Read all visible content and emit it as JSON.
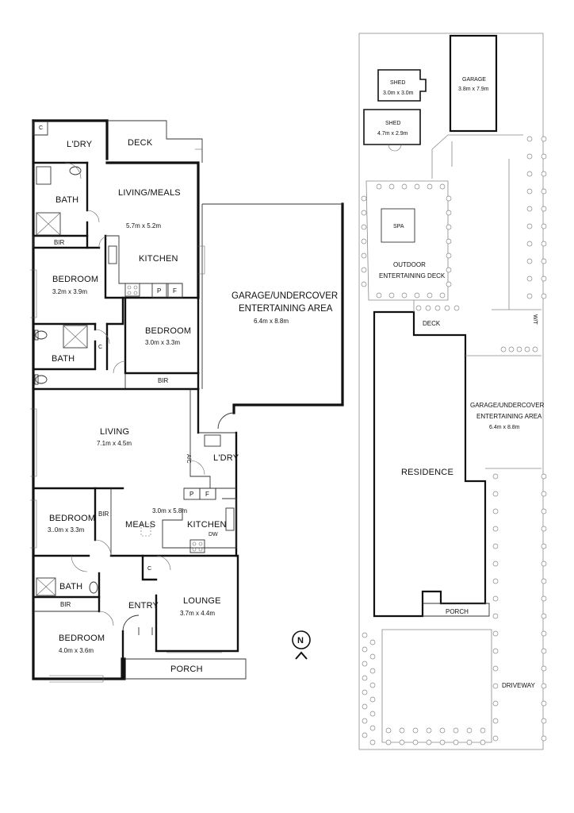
{
  "main_plan": {
    "rooms": {
      "laundry_top": "L'DRY",
      "deck_top": "DECK",
      "bath_top": "BATH",
      "bir_top": "BIR",
      "living_meals": "LIVING/MEALS",
      "living_meals_size": "5.7m x 5.2m",
      "kitchen_top": "KITCHEN",
      "pantry_top": "P",
      "fridge_top": "F",
      "bedroom_1": "BEDROOM",
      "bedroom_1_size": "3.2m x 3.9m",
      "bedroom_2": "BEDROOM",
      "bedroom_2_size": "3.0m x 3.3m",
      "bath_mid": "BATH",
      "cupboard_mid": "C",
      "bir_mid": "BIR",
      "garage_1": "GARAGE/UNDERCOVER",
      "garage_2": "ENTERTAINING AREA",
      "garage_size": "6.4m x 8.8m",
      "living": "LIVING",
      "living_size": "7.1m x 4.5m",
      "ac": "A/C",
      "laundry_mid": "L'DRY",
      "pantry_mid": "P",
      "fridge_mid": "F",
      "kitchen_meals_size": "3.0m x 5.8m",
      "meals": "MEALS",
      "kitchen_mid": "KITCHEN",
      "dw": "DW",
      "bedroom_3": "BEDROOM",
      "bedroom_3_size": "3..0m x 3.3m",
      "bir_low": "BIR",
      "cupboard_low": "C",
      "bath_low": "BATH",
      "bir_bath": "BIR",
      "entry": "ENTRY",
      "lounge": "LOUNGE",
      "lounge_size": "3.7m x 4.4m",
      "bedroom_4": "BEDROOM",
      "bedroom_4_size": "4.0m x 3.6m",
      "porch": "PORCH",
      "cupboard_top": "C"
    }
  },
  "compass": {
    "letter": "N"
  },
  "site_plan": {
    "shed_1": "SHED",
    "shed_1_size": "3.0m x 3.0m",
    "shed_2": "SHED",
    "shed_2_size": "4.7m x 2.9m",
    "garage": "GARAGE",
    "garage_size": "3.8m x 7.9m",
    "spa": "SPA",
    "outdoor_1": "OUTDOOR",
    "outdoor_2": "ENTERTAINING DECK",
    "deck": "DECK",
    "wt": "W/T",
    "garage_ua_1": "GARAGE/UNDERCOVER",
    "garage_ua_2": "ENTERTAINING AREA",
    "garage_ua_size": "6.4m x 8.8m",
    "residence": "RESIDENCE",
    "porch": "PORCH",
    "driveway": "DRIVEWAY"
  }
}
